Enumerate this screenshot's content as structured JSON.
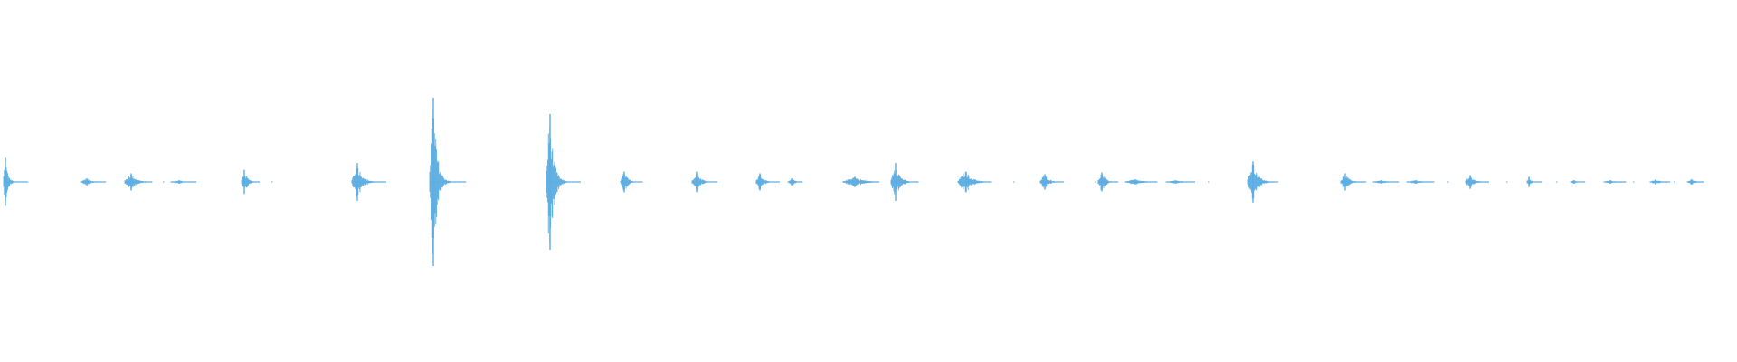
{
  "chart_data": {
    "type": "area",
    "title": "",
    "xlabel": "",
    "ylabel": "",
    "x_range": [
      0,
      1920
    ],
    "y_range": [
      -1.0,
      1.0
    ],
    "grid": false,
    "legend": "none",
    "series": [
      {
        "color": "#5dade2",
        "events": [
          {
            "x": 6,
            "amp": 0.28,
            "width": 4,
            "tail": 22
          },
          {
            "x": 96,
            "amp": 0.04,
            "width": 14,
            "tail": 14
          },
          {
            "x": 145,
            "amp": 0.1,
            "width": 14,
            "tail": 16
          },
          {
            "x": 198,
            "amp": 0.02,
            "width": 18,
            "tail": 10
          },
          {
            "x": 270,
            "amp": 0.14,
            "width": 6,
            "tail": 14
          },
          {
            "x": 395,
            "amp": 0.22,
            "width": 12,
            "tail": 26
          },
          {
            "x": 479,
            "amp": 0.98,
            "width": 8,
            "tail": 32
          },
          {
            "x": 608,
            "amp": 0.79,
            "width": 8,
            "tail": 30
          },
          {
            "x": 690,
            "amp": 0.12,
            "width": 8,
            "tail": 16
          },
          {
            "x": 770,
            "amp": 0.12,
            "width": 10,
            "tail": 18
          },
          {
            "x": 840,
            "amp": 0.1,
            "width": 8,
            "tail": 18
          },
          {
            "x": 875,
            "amp": 0.04,
            "width": 8,
            "tail": 8
          },
          {
            "x": 945,
            "amp": 0.06,
            "width": 26,
            "tail": 14
          },
          {
            "x": 990,
            "amp": 0.22,
            "width": 10,
            "tail": 20
          },
          {
            "x": 1068,
            "amp": 0.12,
            "width": 18,
            "tail": 18
          },
          {
            "x": 1155,
            "amp": 0.09,
            "width": 10,
            "tail": 16
          },
          {
            "x": 1218,
            "amp": 0.11,
            "width": 8,
            "tail": 14
          },
          {
            "x": 1255,
            "amp": 0.03,
            "width": 24,
            "tail": 12
          },
          {
            "x": 1300,
            "amp": 0.02,
            "width": 22,
            "tail": 10
          },
          {
            "x": 1385,
            "amp": 0.24,
            "width": 12,
            "tail": 22
          },
          {
            "x": 1487,
            "amp": 0.1,
            "width": 10,
            "tail": 18
          },
          {
            "x": 1527,
            "amp": 0.02,
            "width": 18,
            "tail": 10
          },
          {
            "x": 1565,
            "amp": 0.02,
            "width": 20,
            "tail": 10
          },
          {
            "x": 1625,
            "amp": 0.08,
            "width": 10,
            "tail": 16
          },
          {
            "x": 1690,
            "amp": 0.06,
            "width": 4,
            "tail": 12
          },
          {
            "x": 1740,
            "amp": 0.02,
            "width": 8,
            "tail": 8
          },
          {
            "x": 1780,
            "amp": 0.02,
            "width": 14,
            "tail": 10
          },
          {
            "x": 1830,
            "amp": 0.03,
            "width": 12,
            "tail": 10
          },
          {
            "x": 1870,
            "amp": 0.03,
            "width": 10,
            "tail": 8
          }
        ]
      }
    ]
  }
}
